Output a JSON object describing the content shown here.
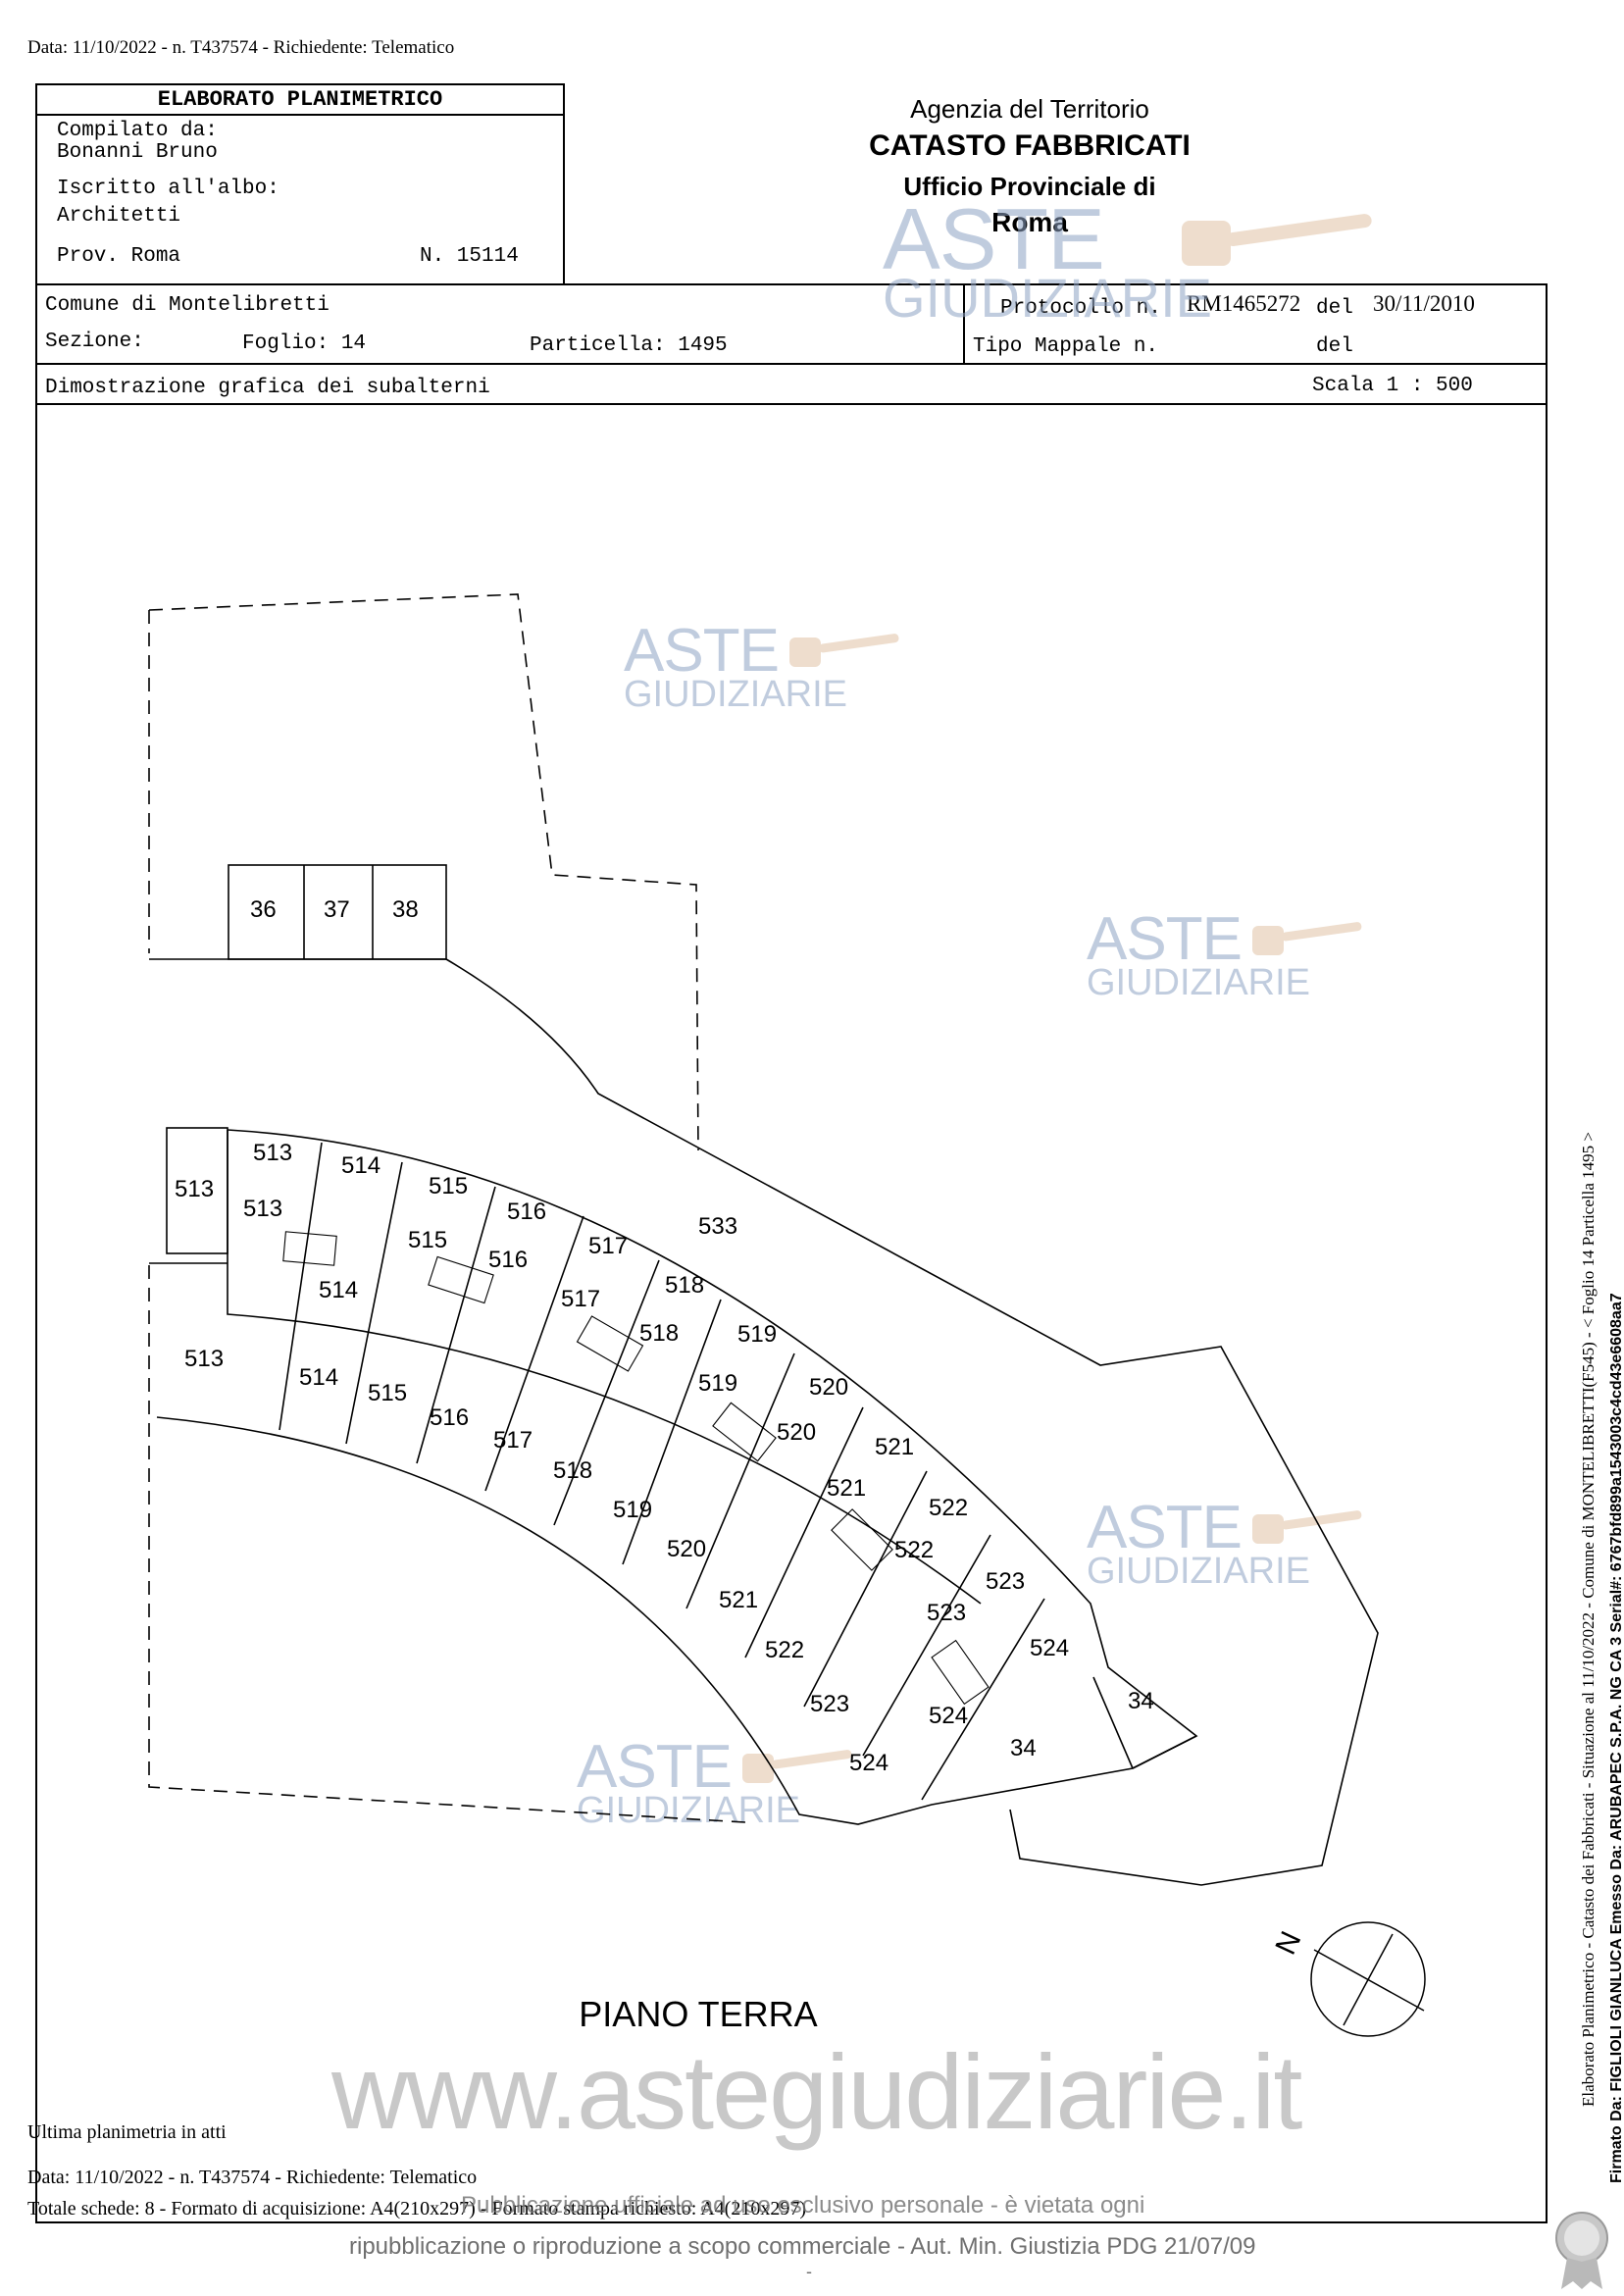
{
  "top_line": "Data: 11/10/2022 - n. T437574 - Richiedente: Telematico",
  "header": {
    "title": "ELABORATO PLANIMETRICO",
    "compilato_label": "Compilato da:",
    "compilato_name": "Bonanni Bruno",
    "iscritto_label": "Iscritto all'albo:",
    "iscritto_value": "Architetti",
    "prov_label": "Prov. Roma",
    "numero": "N. 15114",
    "agency_line1": "Agenzia del Territorio",
    "agency_line2": "CATASTO FABBRICATI",
    "agency_line3": "Ufficio Provinciale di",
    "agency_line4": "Roma"
  },
  "info": {
    "comune": "Comune di Montelibretti",
    "protocollo_label": "Protocollo n.",
    "protocollo_value": "RM1465272",
    "del_label": "del",
    "protocollo_date": "30/11/2010",
    "sezione_label": "Sezione:",
    "foglio": "Foglio: 14",
    "particella": "Particella: 1495",
    "tipo_mappale_label": "Tipo Mappale n.",
    "del2_label": "del",
    "dimostrazione": "Dimostrazione grafica dei subalterni",
    "scala": "Scala 1 : 500"
  },
  "plan": {
    "floor_label": "PIANO TERRA",
    "north_label": "N",
    "units": [
      {
        "label": "36"
      },
      {
        "label": "37"
      },
      {
        "label": "38"
      },
      {
        "label": "513"
      },
      {
        "label": "513"
      },
      {
        "label": "513"
      },
      {
        "label": "513"
      },
      {
        "label": "514"
      },
      {
        "label": "514"
      },
      {
        "label": "514"
      },
      {
        "label": "515"
      },
      {
        "label": "515"
      },
      {
        "label": "515"
      },
      {
        "label": "516"
      },
      {
        "label": "516"
      },
      {
        "label": "516"
      },
      {
        "label": "517"
      },
      {
        "label": "517"
      },
      {
        "label": "517"
      },
      {
        "label": "518"
      },
      {
        "label": "518"
      },
      {
        "label": "518"
      },
      {
        "label": "519"
      },
      {
        "label": "519"
      },
      {
        "label": "519"
      },
      {
        "label": "520"
      },
      {
        "label": "520"
      },
      {
        "label": "520"
      },
      {
        "label": "521"
      },
      {
        "label": "521"
      },
      {
        "label": "521"
      },
      {
        "label": "522"
      },
      {
        "label": "522"
      },
      {
        "label": "522"
      },
      {
        "label": "523"
      },
      {
        "label": "523"
      },
      {
        "label": "523"
      },
      {
        "label": "524"
      },
      {
        "label": "524"
      },
      {
        "label": "524"
      },
      {
        "label": "533"
      },
      {
        "label": "34"
      },
      {
        "label": "34"
      }
    ]
  },
  "watermarks": {
    "brand_top": "ASTE",
    "brand_bottom": "GIUDIZIARIE",
    "site": "www.astegiudiziarie.it",
    "notice_line1": "Pubblicazione ufficiale ad uso esclusivo personale - è vietata ogni",
    "notice_line2": "ripubblicazione o riproduzione a scopo commerciale - Aut. Min. Giustizia PDG 21/07/09"
  },
  "footer": {
    "ultima": "Ultima planimetria in atti",
    "data_line": "Data: 11/10/2022 - n. T437574 - Richiedente: Telematico",
    "totale_line": "Totale schede: 8 - Formato di acquisizione: A4(210x297) - Formato stampa richiesto: A4(210x297)",
    "side_line1": "Elaborato Planimetrico - Catasto dei Fabbricati - Situazione al 11/10/2022 - Comune di MONTELIBRETTI(F545) - < Foglio 14 Particella 1495 >",
    "side_line2": "Firmato Da: FIGLIOLI GIANLUCA Emesso Da: ARUBAPEC S.P.A. NG CA 3 Serial#: 6767bfd899a1543003c4cd43e6608aa7",
    "dash": "-"
  }
}
